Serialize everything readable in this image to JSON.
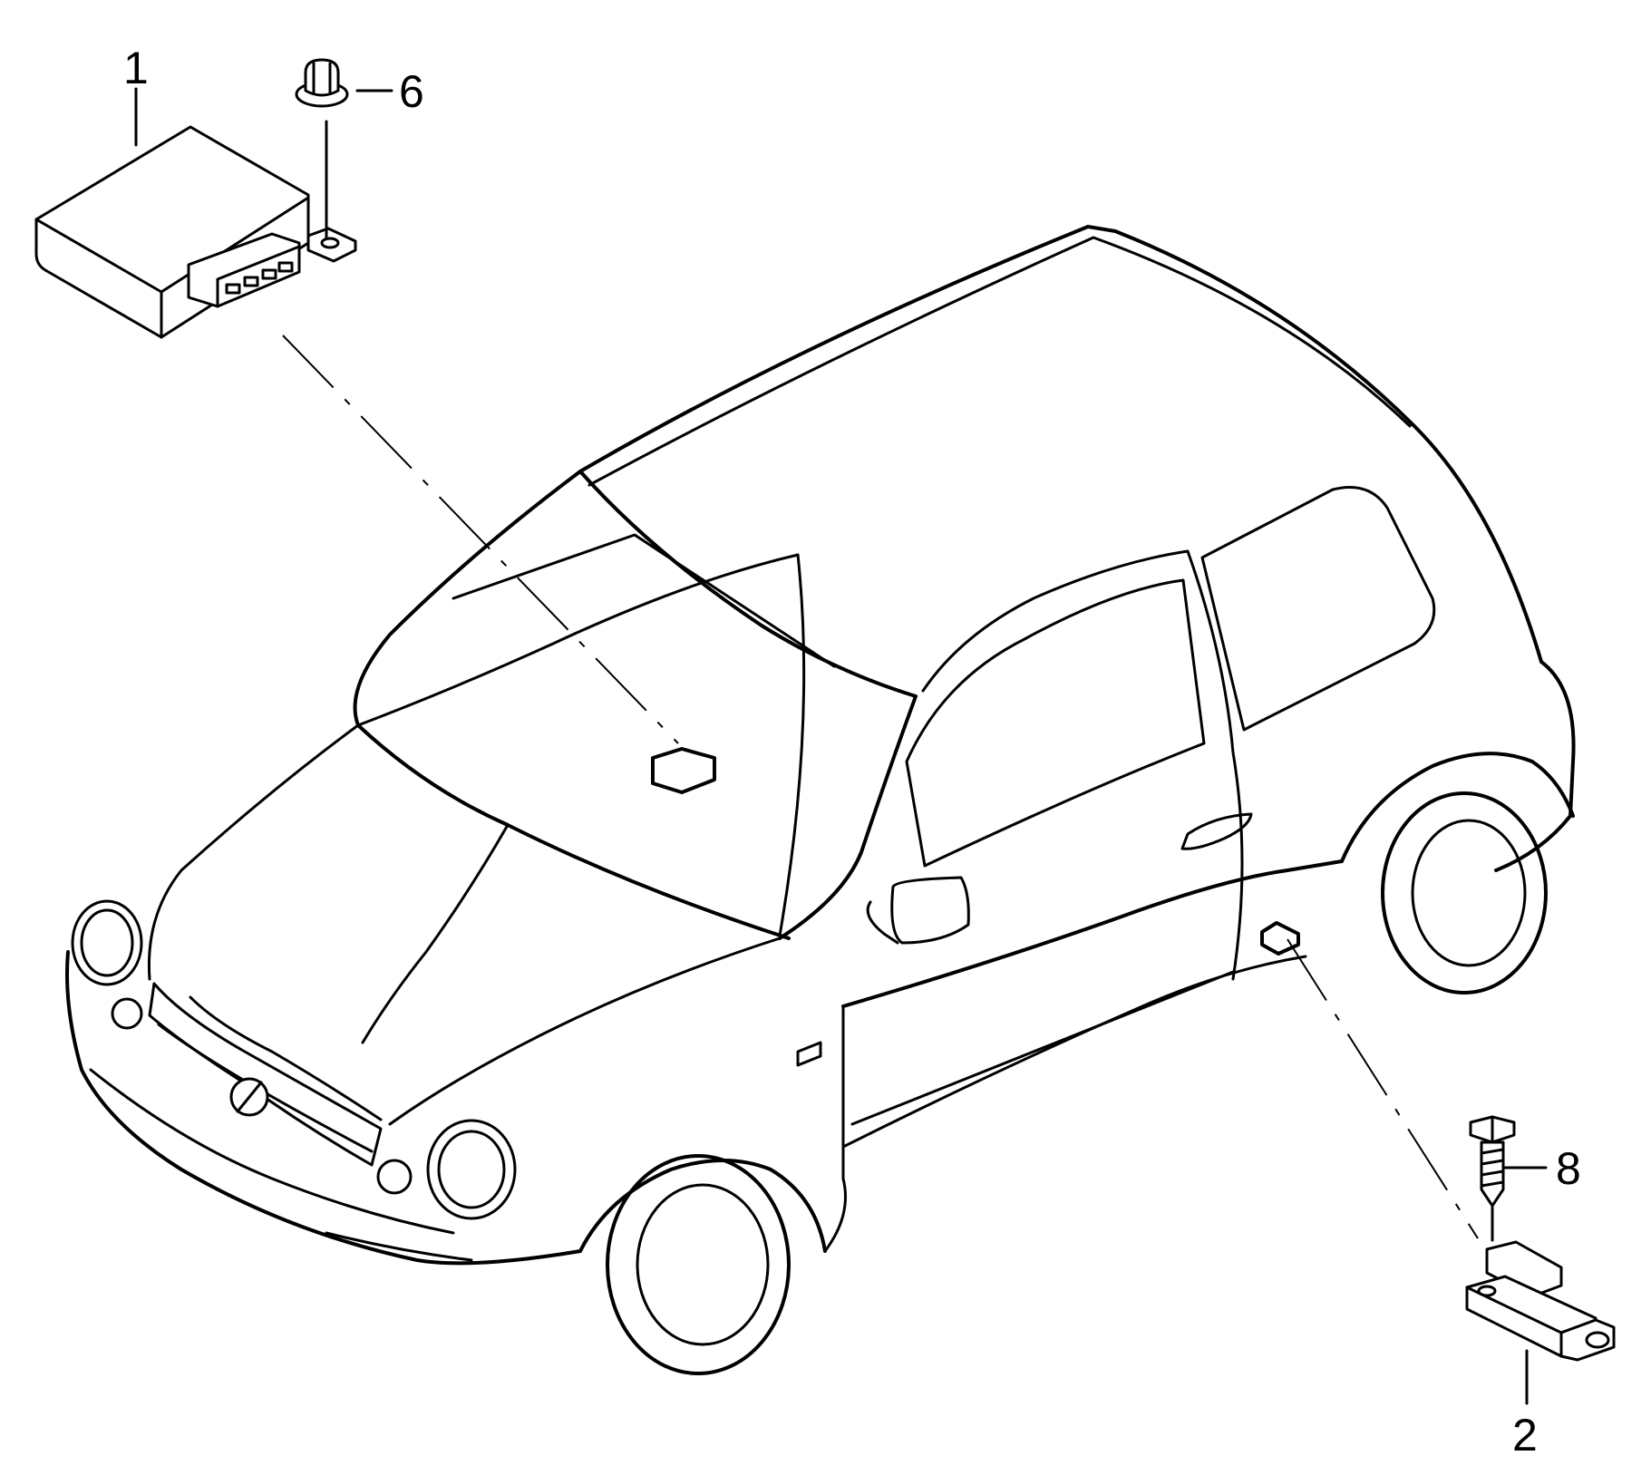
{
  "diagram": {
    "callouts": [
      {
        "id": "1",
        "label": "1"
      },
      {
        "id": "2",
        "label": "2"
      },
      {
        "id": "6",
        "label": "6"
      },
      {
        "id": "8",
        "label": "8"
      }
    ],
    "colors": {
      "line": "#000000",
      "background": "#ffffff"
    }
  }
}
